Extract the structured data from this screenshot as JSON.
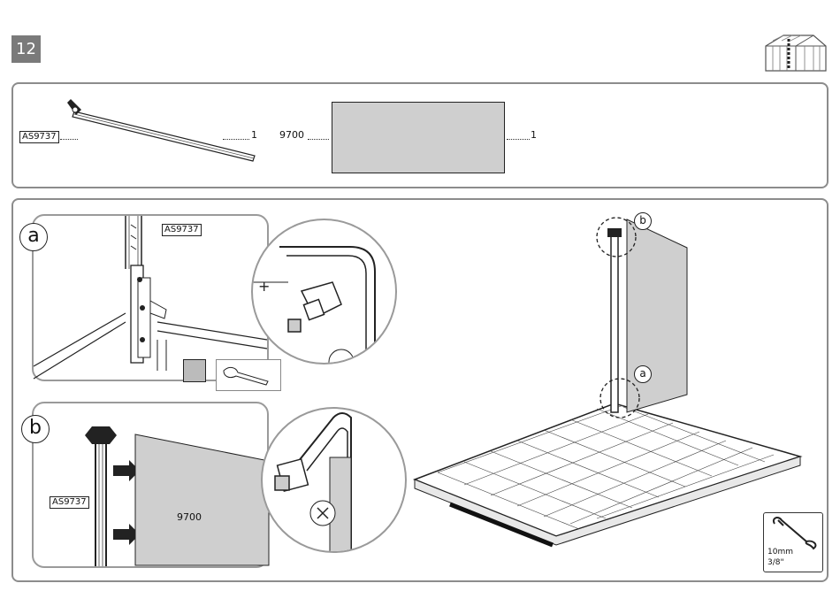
{
  "step": {
    "number": "12"
  },
  "parts": [
    {
      "code": "AS9737",
      "qty": "1"
    },
    {
      "code": "9700",
      "qty": "1"
    }
  ],
  "detail_a": {
    "letter": "a",
    "part_code": "AS9737"
  },
  "detail_b": {
    "letter": "b",
    "part_code": "AS9737",
    "panel_code": "9700"
  },
  "assembly": {
    "callout_a": "a",
    "callout_b": "b"
  },
  "tool": {
    "size_metric": "10mm",
    "size_imperial": "3/8\""
  }
}
